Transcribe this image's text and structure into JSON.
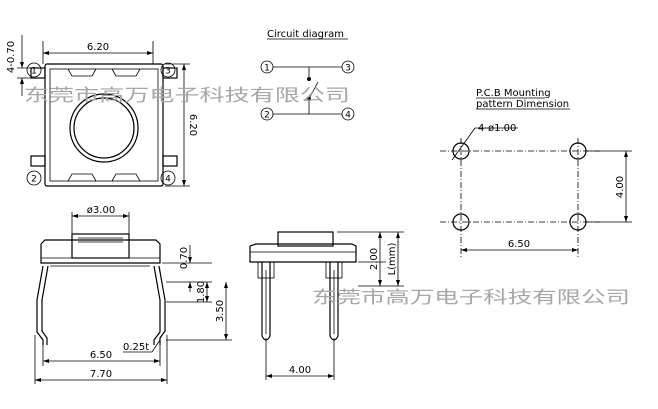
{
  "top_view": {
    "dim_width": "6.20",
    "dim_height": "6.20",
    "dim_pin": "4-0.70",
    "pins": [
      "1",
      "2",
      "3",
      "4"
    ]
  },
  "circuit": {
    "title": "Circuit diagram",
    "pins": [
      "1",
      "2",
      "3",
      "4"
    ]
  },
  "pcb": {
    "title_line1": "P.C.B Mounting",
    "title_line2": "pattern Dimension",
    "dim_holes": "4-ø1.00",
    "dim_pitch_x": "6.50",
    "dim_pitch_y": "4.00"
  },
  "front_view": {
    "dim_button_dia": "ø3.00",
    "dim_070": "0.70",
    "dim_180": "1.80",
    "dim_350": "3.50",
    "dim_thickness": "0.25t",
    "dim_650": "6.50",
    "dim_770": "7.70"
  },
  "side_view": {
    "dim_200": "2.00",
    "dim_L": "L(mm)",
    "dim_400": "4.00"
  },
  "watermarks": {
    "top": "东莞市高万电子科技有限公司",
    "bottom": "东莞市高万电子科技有限公司"
  }
}
